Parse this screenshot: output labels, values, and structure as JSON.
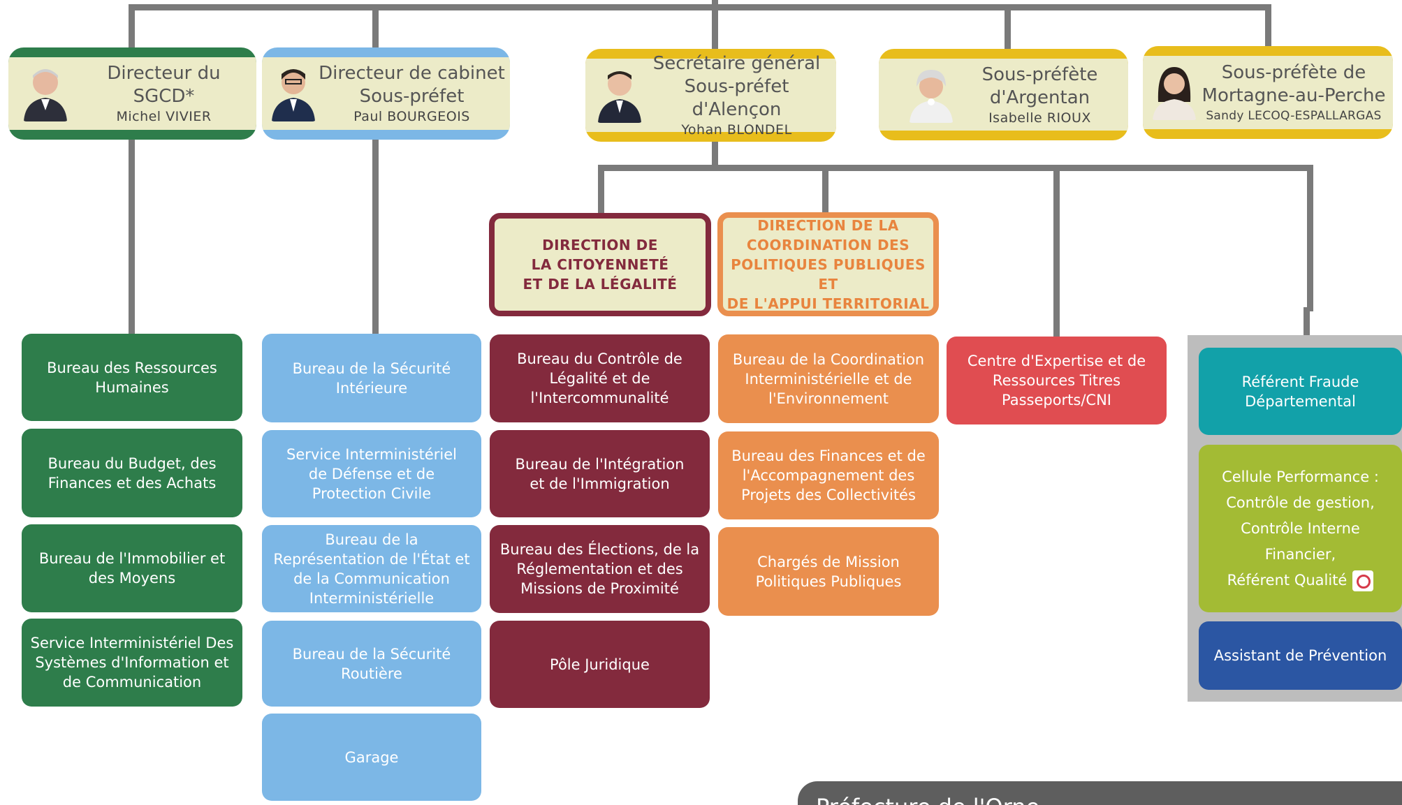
{
  "colors": {
    "green": "#2e7d4b",
    "blue": "#7cb7e6",
    "bordeaux": "#832a3d",
    "orange": "#ea8f4e",
    "red": "#e04d51",
    "teal": "#12a1a9",
    "lime": "#a3bb34",
    "navy": "#2b56a3",
    "gold": "#e8bd1c",
    "connector": "#7a7a7a"
  },
  "heads": [
    {
      "title": "Directeur du SGCD*",
      "name": "Michel VIVIER"
    },
    {
      "title1": "Directeur de cabinet",
      "title2": "Sous-préfet",
      "name": "Paul BOURGEOIS"
    },
    {
      "title1": "Secrétaire général",
      "title2": "Sous-préfet d'Alençon",
      "name": "Yohan BLONDEL"
    },
    {
      "title1": "Sous-préfète",
      "title2": "d'Argentan",
      "name": "Isabelle RIOUX"
    },
    {
      "title1": "Sous-préfète de",
      "title2": "Mortagne-au-Perche",
      "name": "Sandy LECOQ-ESPALLARGAS"
    }
  ],
  "directions": {
    "citoyennete": [
      "DIRECTION DE",
      "LA CITOYENNETÉ",
      "ET DE LA LÉGALITÉ"
    ],
    "coordination": [
      "DIRECTION DE LA",
      "COORDINATION DES",
      "POLITIQUES PUBLIQUES ET",
      "DE L'APPUI TERRITORIAL"
    ]
  },
  "sgcd_units": [
    "Bureau des Ressources Humaines",
    "Bureau du Budget, des Finances et des Achats",
    "Bureau de l'Immobilier et des Moyens",
    "Service Interministériel Des Systèmes d'Information et de Communication"
  ],
  "cabinet_units": [
    "Bureau de la Sécurité Intérieure",
    "Service Interministériel de Défense et de Protection Civile",
    "Bureau de la Représentation de l'État et de la Communication Interministérielle",
    "Bureau de la Sécurité Routière",
    "Garage"
  ],
  "citoyennete_units": [
    "Bureau du Contrôle de Légalité et de l'Intercommunalité",
    "Bureau de l'Intégration et de l'Immigration",
    "Bureau des Élections, de la Réglementation et des Missions de Proximité",
    "Pôle Juridique"
  ],
  "coordination_units": [
    "Bureau de la Coordination Interministérielle et de l'Environnement",
    "Bureau des Finances et de l'Accompagnement des Projets des Collectivités",
    "Chargés de Mission Politiques Publiques"
  ],
  "cert": "Centre d'Expertise et de Ressources Titres Passeports/CNI",
  "right_units": {
    "fraude": "Référent Fraude Départemental",
    "performance": [
      "Cellule Performance :",
      "Contrôle de gestion,",
      "Contrôle Interne",
      "Financier,",
      "Référent Qualité"
    ],
    "prevention": "Assistant de Prévention"
  },
  "footer": "Préfecture de l'Orne"
}
